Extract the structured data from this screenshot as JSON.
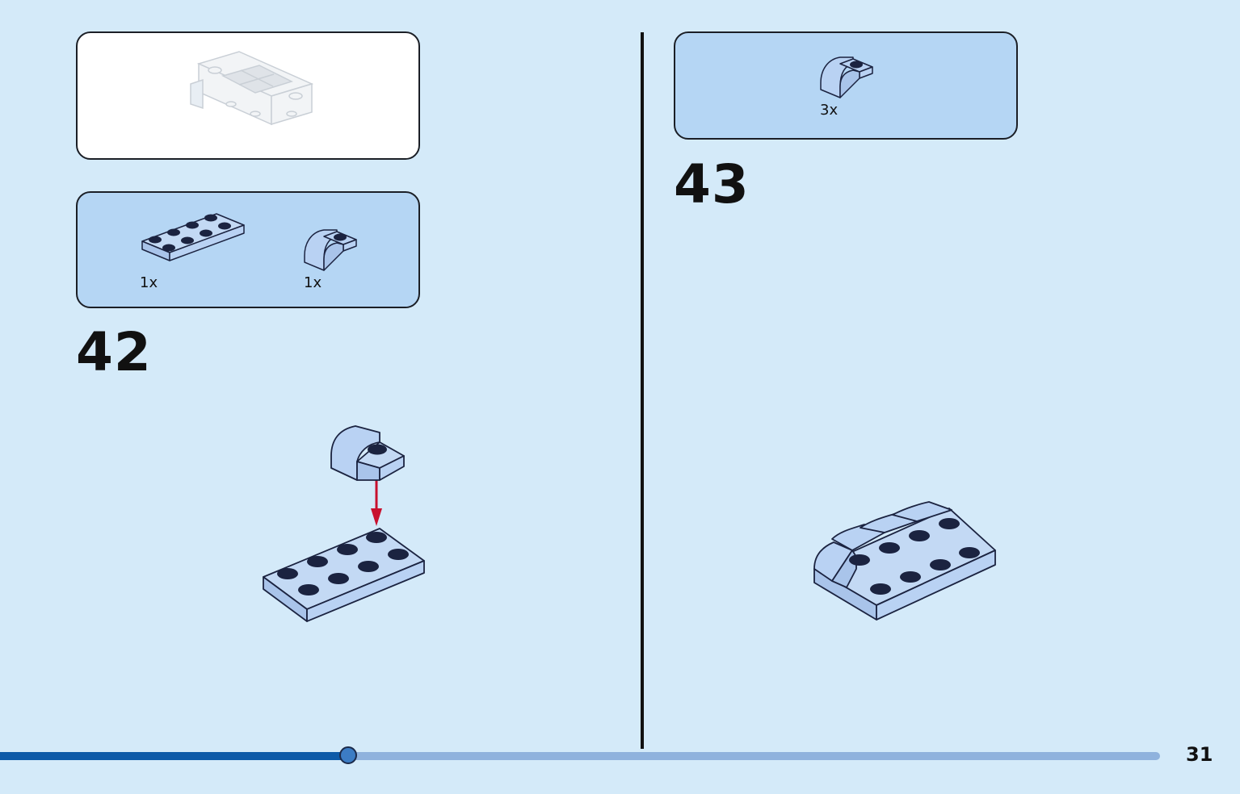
{
  "page": {
    "number": "31"
  },
  "progress": {
    "fraction": 0.3
  },
  "left": {
    "parts": [
      {
        "qty": "1x",
        "piece": "plate-2x4-icon"
      },
      {
        "qty": "1x",
        "piece": "curved-slope-icon"
      }
    ],
    "step_number": "42"
  },
  "right": {
    "parts": [
      {
        "qty": "3x",
        "piece": "curved-slope-icon"
      }
    ],
    "step_number": "43"
  },
  "colors": {
    "background": "#d4eaf9",
    "parts_panel": "#b5d6f4",
    "brick": "#b9d2f3",
    "arrow": "#c8102e",
    "progress_done": "#0d5aa8",
    "progress_remaining": "#8fb2dd"
  }
}
